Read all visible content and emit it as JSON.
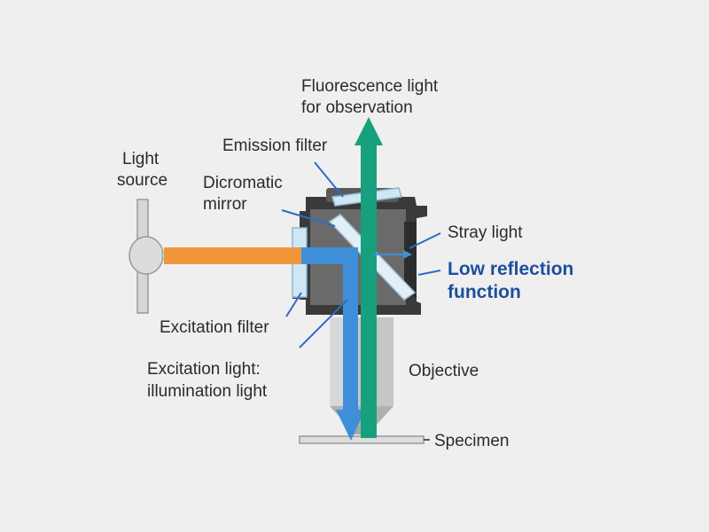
{
  "labels": {
    "fluorescence_line1": "Fluorescence light",
    "fluorescence_line2": "for observation",
    "emission_filter": "Emission filter",
    "light_source_line1": "Light",
    "light_source_line2": "source",
    "dicromatic_line1": "Dicromatic",
    "dicromatic_line2": "mirror",
    "stray_light": "Stray light",
    "low_reflection_line1": "Low reflection",
    "low_reflection_line2": "function",
    "excitation_filter": "Excitation filter",
    "excitation_light_line1": "Excitation light:",
    "excitation_light_line2": "illumination light",
    "objective": "Objective",
    "specimen": "Specimen"
  },
  "colors": {
    "background": "#efefef",
    "excitation_beam_source": "#f0963a",
    "excitation_beam": "#3f8fd8",
    "fluorescence_beam": "#17a07d",
    "leader_lines": "#2b6cc4",
    "accent_text": "#1d4f9a",
    "text": "#2b2b2b",
    "cube_body": "#3a3a3a"
  },
  "icons": {
    "lamp": "light-bulb-icon",
    "fluorescence_arrow": "arrow-up-icon",
    "excitation_arrow": "arrow-down-icon"
  }
}
